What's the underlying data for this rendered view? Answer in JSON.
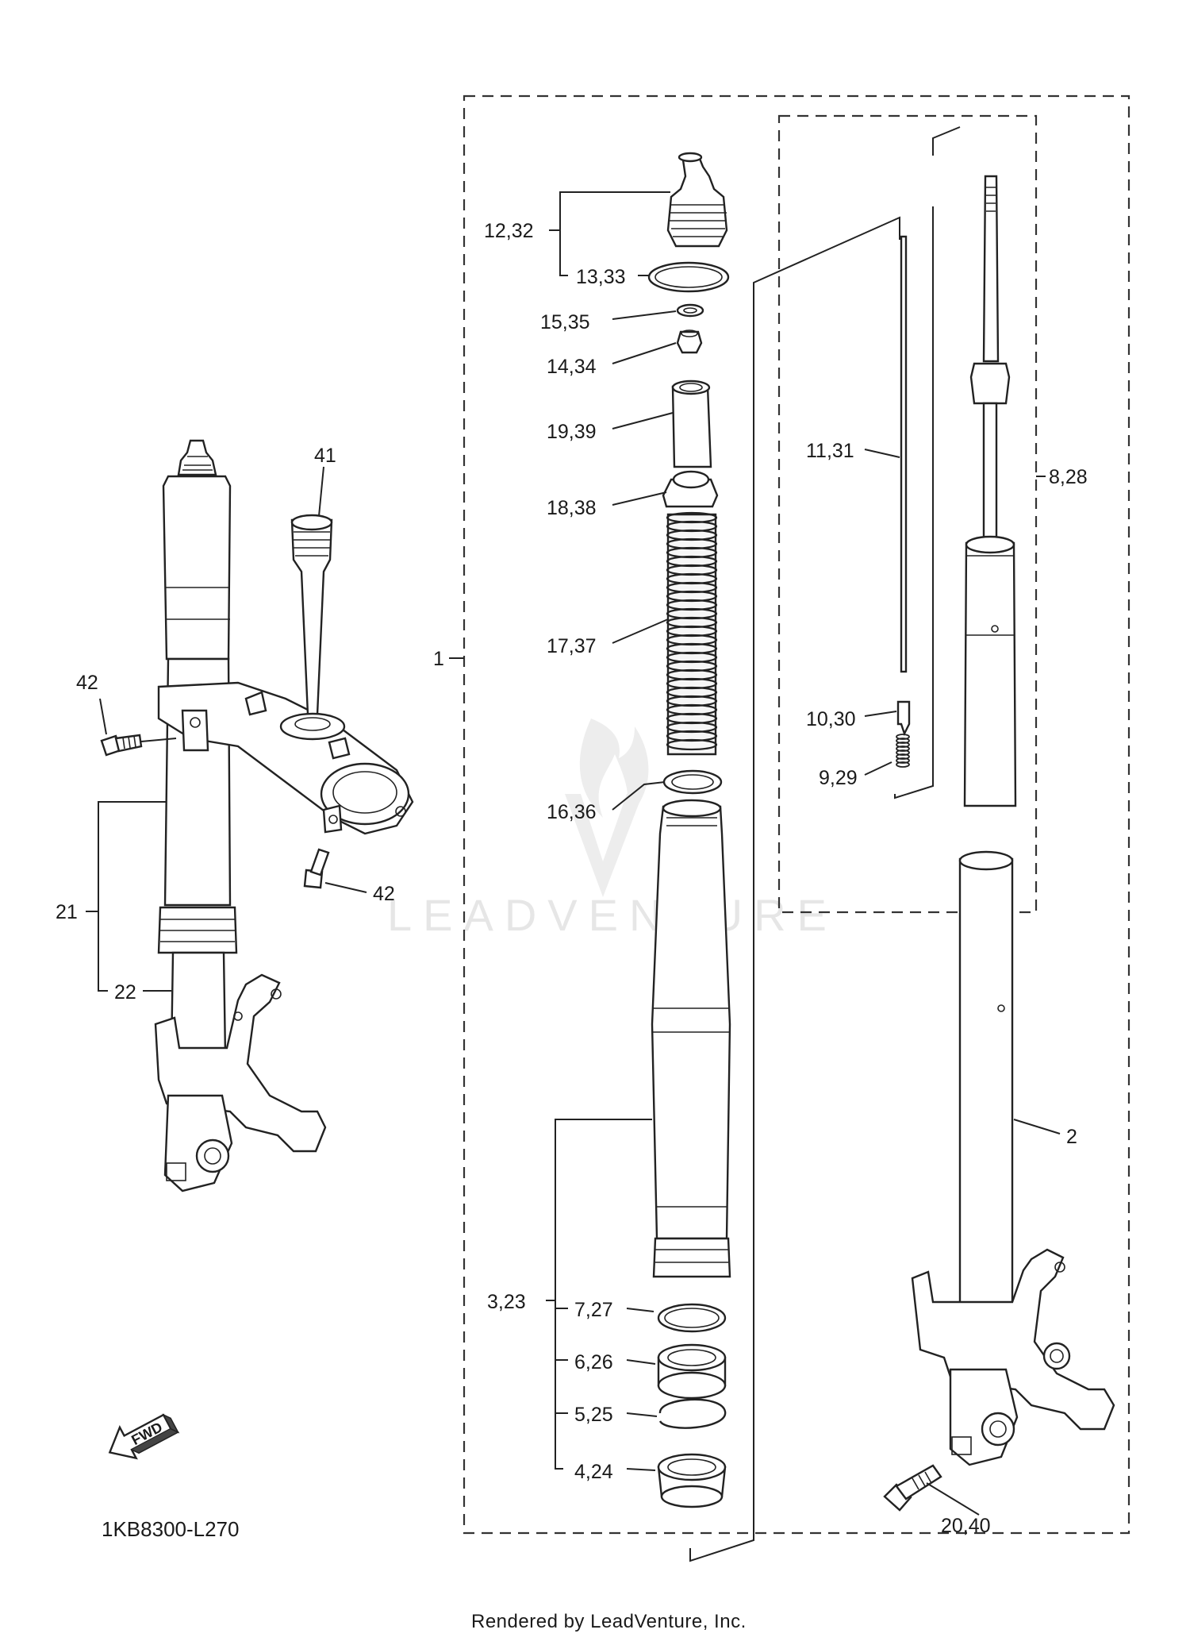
{
  "diagram": {
    "labels": {
      "l12_32": "12,32",
      "l13_33": "13,33",
      "l15_35": "15,35",
      "l14_34": "14,34",
      "l19_39": "19,39",
      "l18_38": "18,38",
      "l17_37": "17,37",
      "l16_36": "16,36",
      "l1": "1",
      "l11_31": "11,31",
      "l8_28": "8,28",
      "l10_30": "10,30",
      "l9_29": "9,29",
      "l41": "41",
      "l42a": "42",
      "l42b": "42",
      "l21": "21",
      "l22": "22",
      "l2": "2",
      "l3_23": "3,23",
      "l7_27": "7,27",
      "l6_26": "6,26",
      "l5_25": "5,25",
      "l4_24": "4,24",
      "l20_40": "20,40"
    },
    "fwd_label": "FWD",
    "diagram_code": "1KB8300-L270",
    "watermark": "LEADVENTURE",
    "credit": "Rendered by LeadVenture, Inc."
  }
}
